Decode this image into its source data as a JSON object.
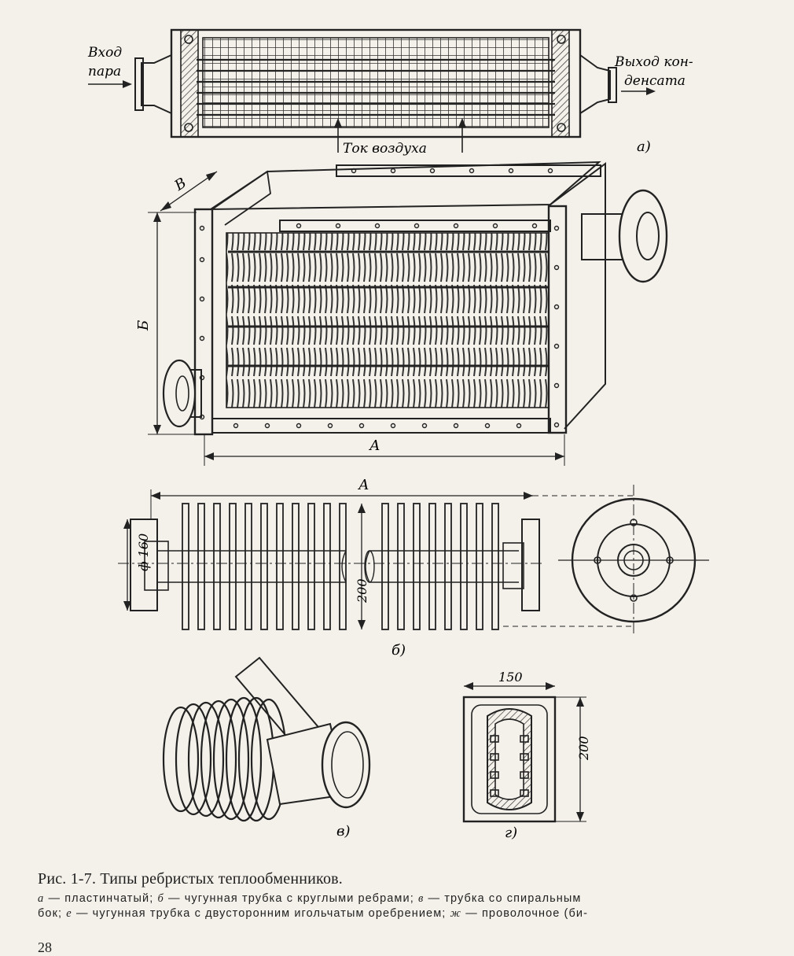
{
  "diagram_a": {
    "inlet_line1": "Вход",
    "inlet_line2": "пара",
    "outlet_line1": "Выход кон-",
    "outlet_line2": "денсата",
    "airflow": "Ток воздуха",
    "letter": "а)"
  },
  "diagram_isometric": {
    "dim_a": "А",
    "dim_b": "Б",
    "dim_v": "В"
  },
  "diagram_b": {
    "dim_a": "А",
    "dim_diameter": "ф 160",
    "dim_height": "200",
    "letter": "б)"
  },
  "diagram_v": {
    "letter": "в)"
  },
  "diagram_g": {
    "dim_width": "150",
    "dim_height": "200",
    "letter": "г)"
  },
  "caption": {
    "title": "Рис. 1-7. Типы ребристых теплообменников.",
    "line1": [
      {
        "t": "а",
        "i": true
      },
      {
        "t": " — пластинчатый; ",
        "i": false
      },
      {
        "t": "б",
        "i": true
      },
      {
        "t": " — чугунная трубка с круглыми ребрами; ",
        "i": false
      },
      {
        "t": "в",
        "i": true
      },
      {
        "t": " — трубка  со  спиральным",
        "i": false
      }
    ],
    "line2": [
      {
        "t": "бок; ",
        "i": false
      },
      {
        "t": "е",
        "i": true
      },
      {
        "t": " — чугунная трубка с двусторонним игольчатым оребрением; ",
        "i": false
      },
      {
        "t": "ж",
        "i": true
      },
      {
        "t": " — проволочное  (би-",
        "i": false
      }
    ]
  },
  "page_number": "28"
}
